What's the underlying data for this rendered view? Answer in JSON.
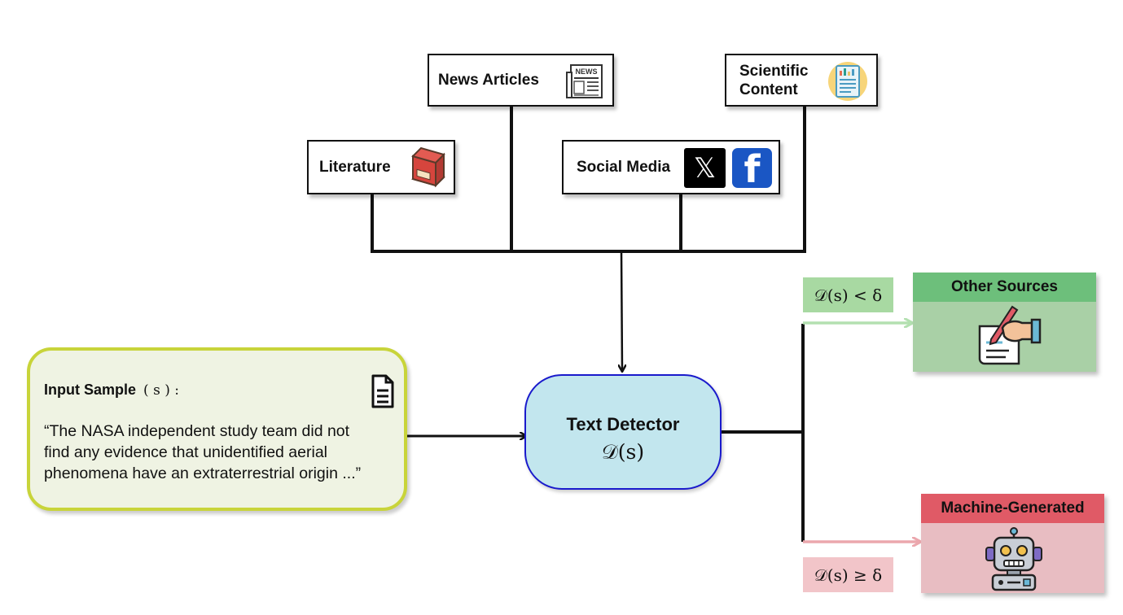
{
  "sources": {
    "news": {
      "label": "News Articles",
      "icon": "newspaper-icon",
      "icon_text": "NEWS"
    },
    "scientific": {
      "label_line1": "Scientific",
      "label_line2": "Content",
      "icon": "report-chart-icon"
    },
    "literature": {
      "label": "Literature",
      "icon": "book-icon"
    },
    "social": {
      "label": "Social Media",
      "icons": [
        "x-logo-icon",
        "facebook-logo-icon"
      ],
      "x_glyph": "𝕏",
      "fb_glyph": "f"
    }
  },
  "input": {
    "title": "Input Sample",
    "var": "( s ) :",
    "text_line1": "“The NASA independent study team did not",
    "text_line2": "find any evidence that unidentified aerial",
    "text_line3": "phenomena have an extraterrestrial origin ...”",
    "icon": "document-icon"
  },
  "detector": {
    "title": "Text Detector",
    "formula": "𝒟(s)"
  },
  "outputs": {
    "other": {
      "title": "Other Sources",
      "condition": "𝒟(s) < δ",
      "icon": "hand-writing-icon",
      "header_color": "#6dbf7b",
      "body_color": "#a9d0a6",
      "cond_color": "#a8d9a2"
    },
    "machine": {
      "title": "Machine-Generated",
      "condition": "𝒟(s) ≥ δ",
      "icon": "robot-icon",
      "header_color": "#e05a66",
      "body_color": "#e8bdc2",
      "cond_color": "#f2c5c9"
    }
  },
  "colors": {
    "input_border": "#c8d43a",
    "input_fill": "#eff3e3",
    "detector_fill": "#c2e6ee",
    "detector_border": "#1a1acc"
  }
}
